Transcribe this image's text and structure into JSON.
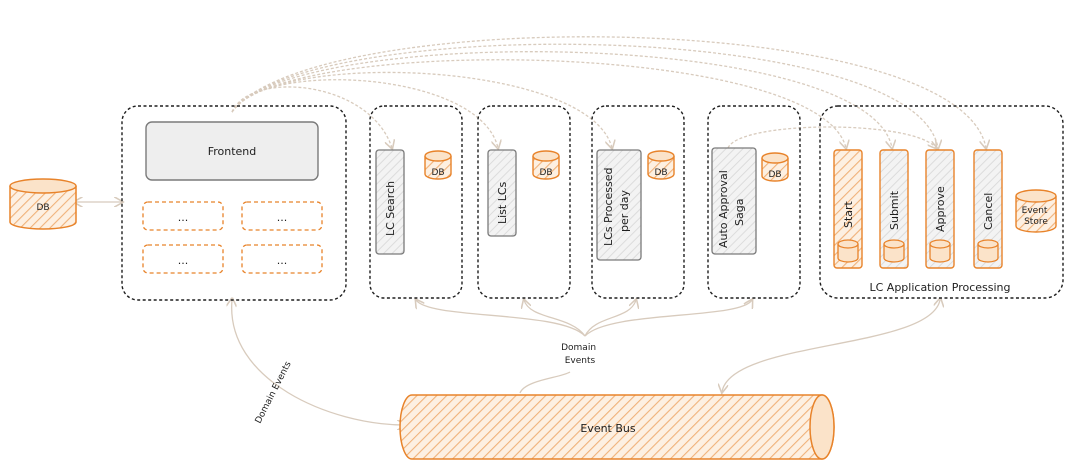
{
  "diagram": {
    "colors": {
      "orange": "#e8832a",
      "orange_fill": "#fbe3c9",
      "gray_stroke": "#7a7a7a",
      "gray_fill": "#eeeeee",
      "arrow": "#d8cbbd",
      "dark": "#1e1e1e"
    },
    "frontend": {
      "title": "Frontend",
      "placeholders": [
        "...",
        "...",
        "...",
        "..."
      ]
    },
    "external_db": {
      "label": "DB"
    },
    "services": [
      {
        "label": "LC Search",
        "db": "DB"
      },
      {
        "label": "List LCs",
        "db": "DB"
      },
      {
        "label": "LCs Processed per day",
        "db": "DB"
      },
      {
        "label": "Auto Approval Saga",
        "db": "DB"
      }
    ],
    "lc_processing": {
      "title": "LC Application Processing",
      "commands": [
        "Start",
        "Submit",
        "Approve",
        "Cancel"
      ],
      "event_store": "Event Store"
    },
    "event_bus": {
      "label": "Event Bus"
    },
    "domain_events_center": "Domain Events",
    "domain_events_left": "Domain Events"
  }
}
